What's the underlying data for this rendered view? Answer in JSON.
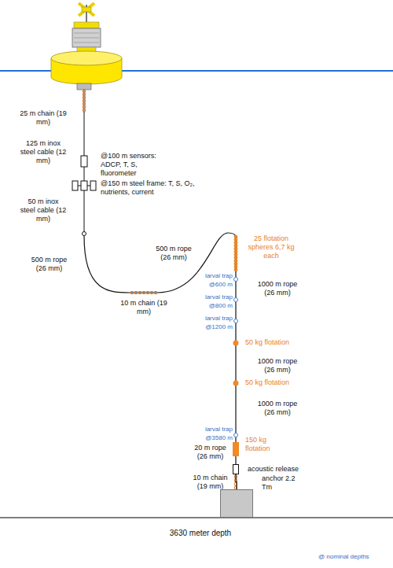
{
  "diagram": {
    "nodes": [
      {
        "text": [
          "acoustic release"
        ]
      },
      {
        "text": [
          "anchor 2.2 Tm"
        ]
      }
    ],
    "edges": [
      {
        "from": 0,
        "to": 1,
        "arrow": "none"
      }
    ],
    "labels": [
      "25 m chain (19 mm)",
      "125 m inox steel cable (12 mm)",
      "@100 m sensors: ADCP, T, S, fluorometer",
      "@150 m steel frame: T, S, O₂, nutrients, current",
      "50 m inox steel cable (12 mm)",
      "500 m rope (26 mm)",
      "10 m chain (19 mm)",
      "500 m rope (26 mm)",
      "25 flotation spheres 6,7 kg each",
      "larval trap @600 m",
      "larval trap @800 m",
      "larval trap @1200 m",
      "1000 m rope (26 mm)",
      "50 kg flotation",
      "1000 m rope (26 mm)",
      "50 kg flotation",
      "1000 m rope (26 mm)",
      "larval trap @3580 m",
      "150 kg flotation",
      "20 m rope (26 mm)",
      "10 m chain (19 mm)",
      "3630 meter depth",
      "@ nominal depths"
    ]
  }
}
